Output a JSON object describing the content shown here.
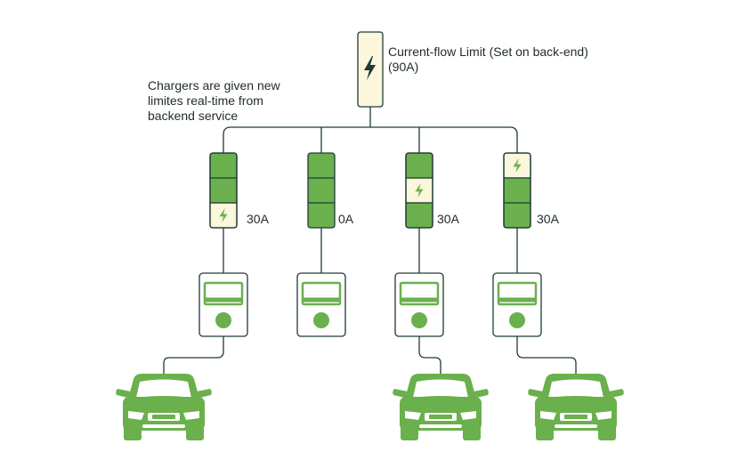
{
  "colors": {
    "line": "#1f3a3a",
    "green": "#6ab04c",
    "cream": "#fbf6dc",
    "white": "#ffffff",
    "bolt_dark": "#1c3b36",
    "bolt_green": "#6ab04c",
    "text": "#1f2a2e"
  },
  "limit_box": {
    "icon": "lightning-bolt-icon",
    "label_line1": "Current-flow Limit (Set on back-end)",
    "label_line2": "(90A)"
  },
  "note": {
    "line1": "Chargers are given new",
    "line2": "limites real-time from",
    "line3": "backend service"
  },
  "chargers": [
    {
      "amperage": "30A",
      "active_segment": "bottom",
      "has_car": true
    },
    {
      "amperage": "0A",
      "active_segment": "none",
      "has_car": false
    },
    {
      "amperage": "30A",
      "active_segment": "middle",
      "has_car": true
    },
    {
      "amperage": "30A",
      "active_segment": "top",
      "has_car": true
    }
  ],
  "icons": {
    "charging_station": "ev-charging-station-icon",
    "car": "car-front-icon"
  }
}
